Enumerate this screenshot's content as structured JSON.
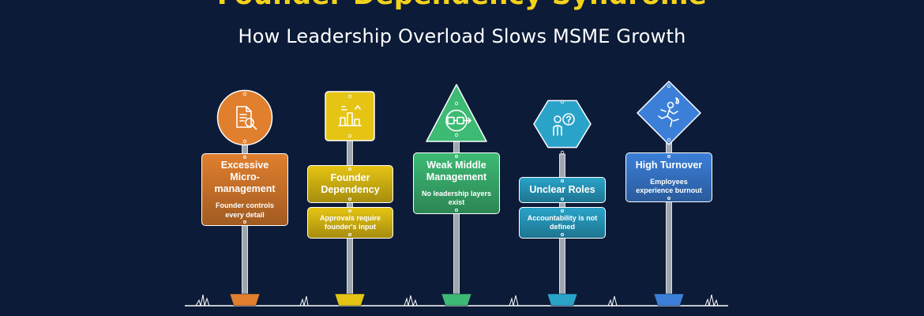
{
  "title": "Founder Dependency Syndrome",
  "subtitle": "How Leadership Overload Slows MSME Growth",
  "signposts": [
    {
      "title": "Excessive Micro-management",
      "description": "Founder controls every detail",
      "icon": "document-search-icon",
      "topper": "circle",
      "color": "#e07f2e"
    },
    {
      "title": "Founder Dependency",
      "description": "Approvals require founder's input",
      "icon": "hierarchy-chart-icon",
      "topper": "rectangle",
      "color": "#e6c413"
    },
    {
      "title": "Weak Middle Management",
      "description": "No leadership layers exist",
      "icon": "process-flow-icon",
      "topper": "triangle",
      "color": "#3dba74"
    },
    {
      "title": "Unclear Roles",
      "description": "Accountability is not defined",
      "icon": "person-question-icon",
      "topper": "hexagon",
      "color": "#2aa3c9"
    },
    {
      "title": "High Turnover",
      "description": "Employees experience burnout",
      "icon": "person-running-icon",
      "topper": "diamond",
      "color": "#3b7fd8"
    }
  ]
}
